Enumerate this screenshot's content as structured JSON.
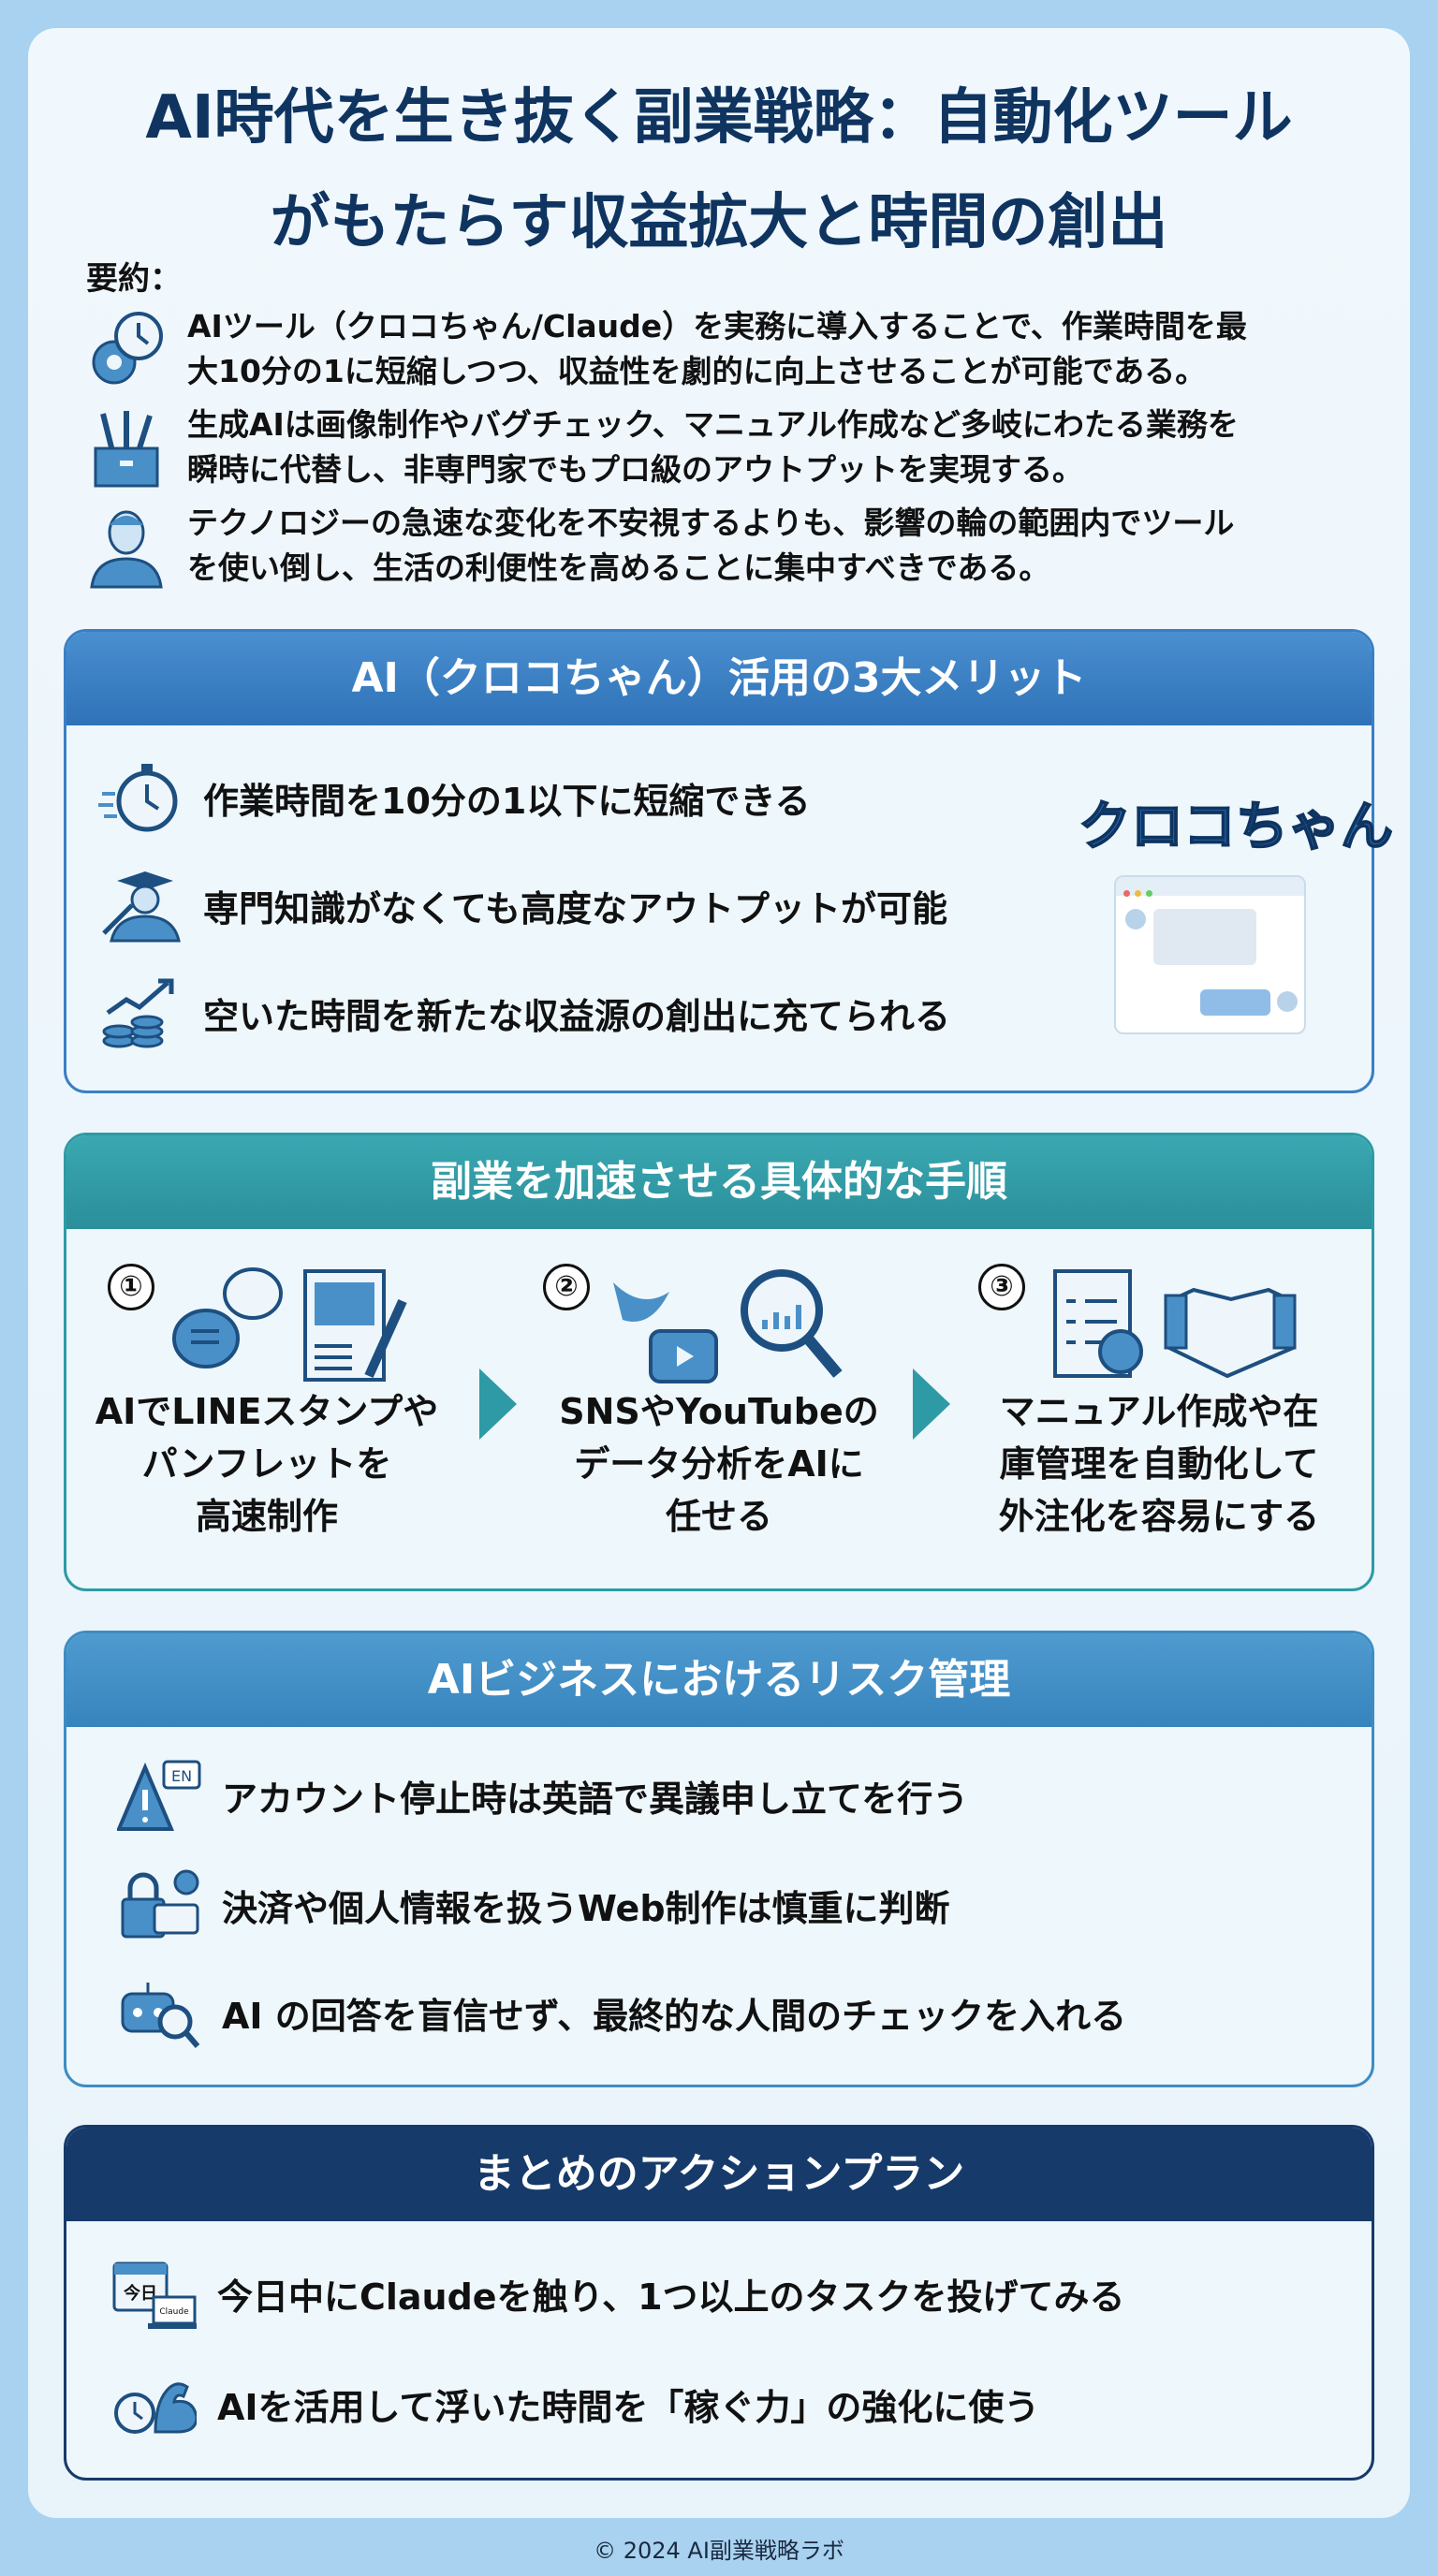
{
  "title_lines": [
    "AI時代を生き抜く副業戦略：自動化ツール",
    "がもたらす収益拡大と時間の創出"
  ],
  "summary": {
    "label": "要約：",
    "items": [
      {
        "icon": "gear-clock-icon",
        "lines": [
          "AIツール（クロコちゃん/Claude）を実務に導入することで、作業時間を最",
          "大10分の1に短縮しつつ、収益性を劇的に向上させることが可能である。"
        ]
      },
      {
        "icon": "tools-box-icon",
        "lines": [
          "生成AIは画像制作やバグチェック、マニュアル作成など多岐にわたる業務を",
          "瞬時に代替し、非専門家でもプロ級のアウトプットを実現する。"
        ]
      },
      {
        "icon": "person-icon",
        "lines": [
          "テクノロジーの急速な変化を不安視するよりも、影響の輪の範囲内でツール",
          "を使い倒し、生活の利便性を高めることに集中すべきである。"
        ]
      }
    ]
  },
  "merits": {
    "header": "AI（クロコちゃん）活用の3大メリット",
    "color": "#3a7fc4",
    "logo": "クロコちゃん",
    "items": [
      {
        "icon": "stopwatch-icon",
        "text": "作業時間を10分の1以下に短縮できる"
      },
      {
        "icon": "graduate-icon",
        "text": "専門知識がなくても高度なアウトプットが可能"
      },
      {
        "icon": "coins-growth-icon",
        "text": "空いた時間を新たな収益源の創出に充てられる"
      }
    ]
  },
  "steps": {
    "header": "副業を加速させる具体的な手順",
    "color": "#2e9aa5",
    "items": [
      {
        "num": "①",
        "lines": [
          "AIでLINEスタンプや",
          "パンフレットを",
          "高速制作"
        ]
      },
      {
        "num": "②",
        "lines": [
          "SNSやYouTubeの",
          "データ分析をAIに",
          "任せる"
        ]
      },
      {
        "num": "③",
        "lines": [
          "マニュアル作成や在",
          "庫管理を自動化して",
          "外注化を容易にする"
        ]
      }
    ]
  },
  "risks": {
    "header": "AIビジネスにおけるリスク管理",
    "color": "#3e8cc3",
    "items": [
      {
        "icon": "warning-en-icon",
        "badge": "EN",
        "text": "アカウント停止時は英語で異議申し立てを行う"
      },
      {
        "icon": "lock-card-icon",
        "text": "決済や個人情報を扱うWeb制作は慎重に判断"
      },
      {
        "icon": "robot-magnifier-icon",
        "text": "AI の回答を盲信せず、最終的な人間のチェックを入れる"
      }
    ]
  },
  "actions": {
    "header": "まとめのアクションプラン",
    "color": "#163a6a",
    "items": [
      {
        "icon": "calendar-laptop-icon",
        "cal": "今日",
        "laptop": "Claude",
        "text": "今日中にClaudeを触り、1つ以上のタスクを投げてみる"
      },
      {
        "icon": "clock-muscle-icon",
        "text": "AIを活用して浮いた時間を「稼ぐ力」の強化に使う"
      }
    ]
  },
  "footer": "© 2024 AI副業戦略ラボ"
}
